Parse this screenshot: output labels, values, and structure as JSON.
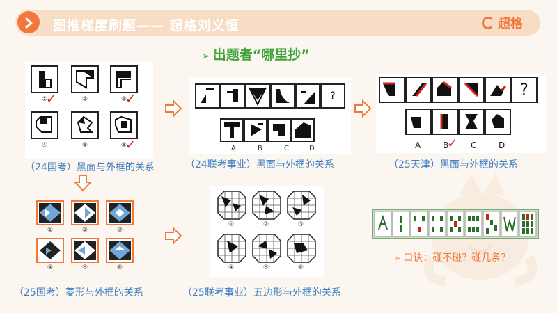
{
  "header": {
    "title": "图推梯度刷题—— 超格刘义恒",
    "brand": "超格"
  },
  "subtitle": "出题者“哪里抄”",
  "panels": {
    "p1": {
      "caption": "（24国考）黑面与外框的关系",
      "numbers": [
        "①",
        "②",
        "③",
        "④",
        "⑤",
        "⑥"
      ]
    },
    "p2": {
      "caption": "（24联考事业）黑面与外框的关系",
      "question": "?",
      "options": [
        "A",
        "B",
        "C",
        "D"
      ]
    },
    "p3": {
      "caption": "（25天津）黑面与外框的关系",
      "question": "?",
      "options": [
        "A",
        "B",
        "C",
        "D"
      ]
    },
    "p4": {
      "caption": "（25国考）菱形与外框的关系",
      "numbers": [
        "①",
        "②",
        "③",
        "④",
        "⑤",
        "⑥"
      ]
    },
    "p5": {
      "caption": "（25联考事业）五边形与外框的关系",
      "numbers": [
        "①",
        "②",
        "③",
        "④",
        "⑤",
        "⑥"
      ]
    },
    "p6": {
      "tip": "口诀：碰不碰？碰几条？"
    }
  },
  "checkmark": "✓",
  "colors": {
    "accent": "#f0793b",
    "caption": "#3f7fc4",
    "subtitle": "#3ea43a",
    "mark": "#d3221c"
  }
}
